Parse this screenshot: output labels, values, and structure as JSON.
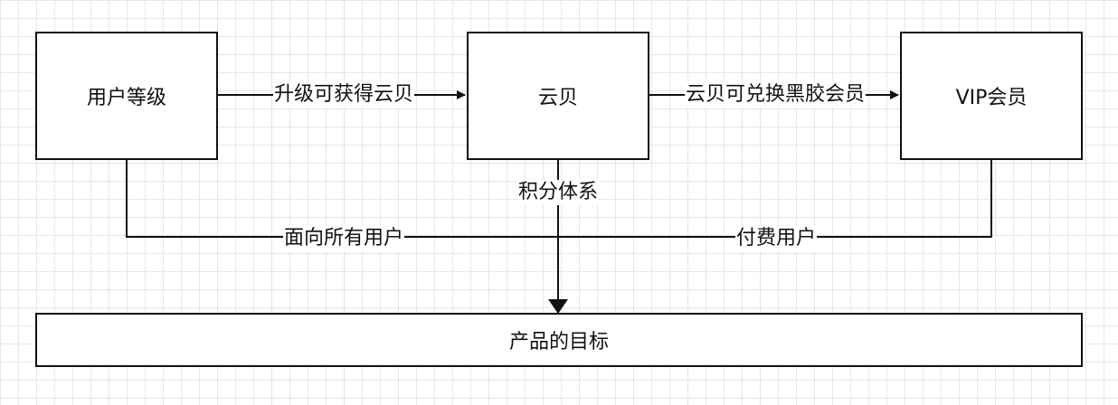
{
  "nodes": {
    "user_level": "用户等级",
    "yunbei": "云贝",
    "vip": "VIP会员",
    "product_goal": "产品的目标"
  },
  "edges": {
    "upgrade_label": "升级可获得云贝",
    "exchange_label": "云贝可兑换黑胶会员",
    "points_label": "积分体系",
    "all_users_label": "面向所有用户",
    "paid_users_label": "付费用户"
  },
  "colors": {
    "line": "#111111",
    "grid": "#e6e6e6",
    "background": "#ffffff"
  }
}
